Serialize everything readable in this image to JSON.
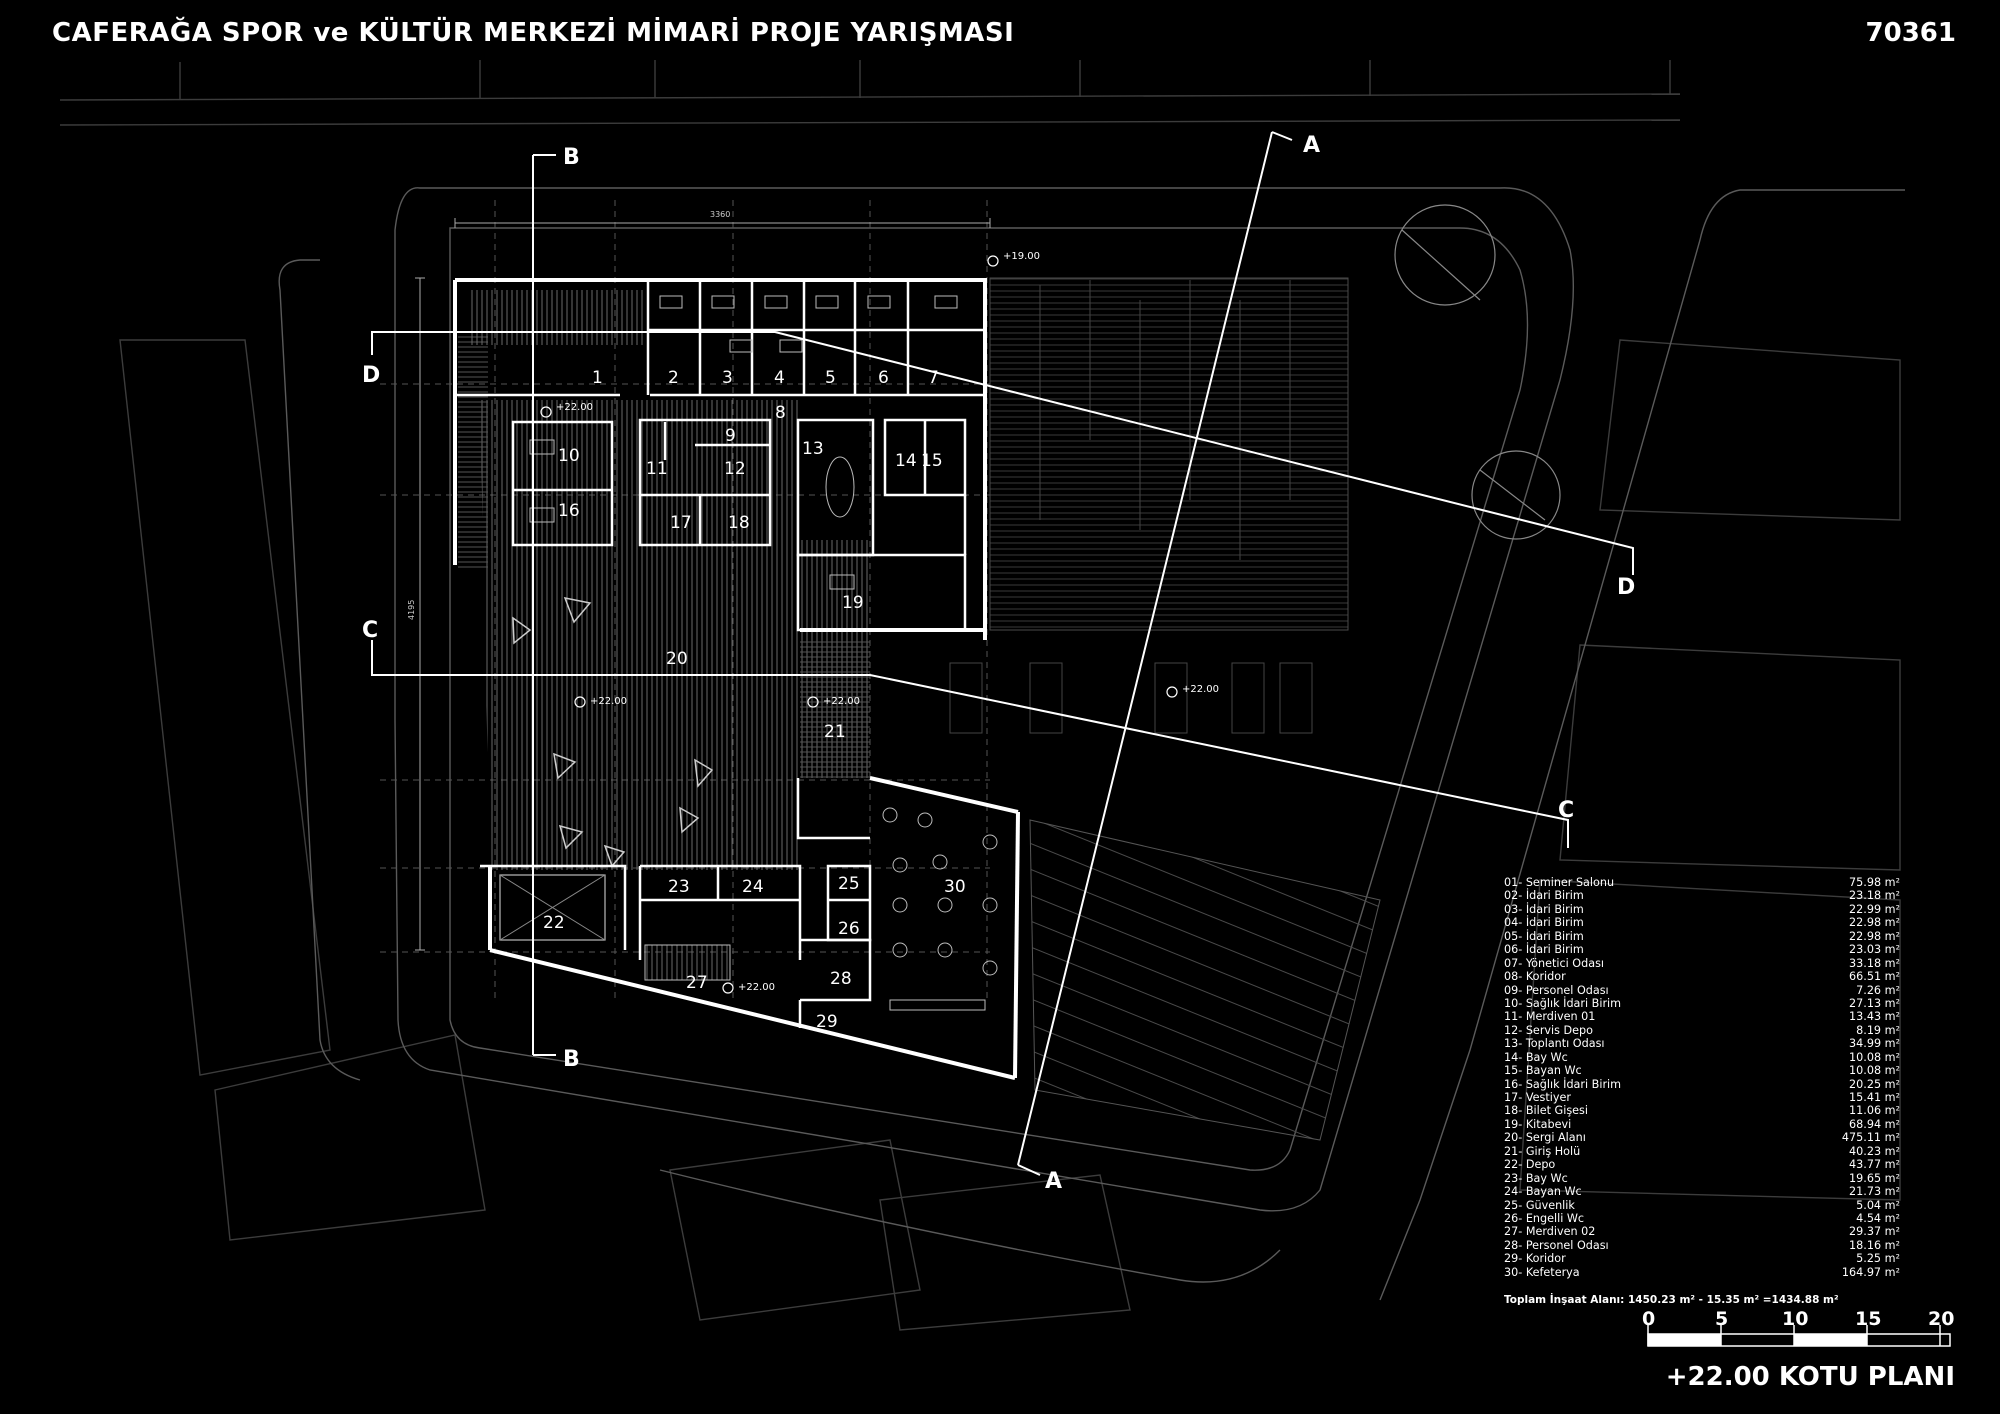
{
  "header": {
    "title": "CAFERAĞA SPOR ve KÜLTÜR MERKEZİ MİMARİ PROJE YARIŞMASI",
    "code": "70361"
  },
  "sections": {
    "A_top": "A",
    "A_bottom": "A",
    "B_top": "B",
    "B_bottom": "B",
    "C_left": "C",
    "C_right": "C",
    "D_left": "D",
    "D_right": "D"
  },
  "elevations": {
    "e1900": "+19.00",
    "e2200": "+22.00"
  },
  "dimensions": {
    "width": "3360",
    "height": "4195"
  },
  "rooms": [
    "1",
    "2",
    "3",
    "4",
    "5",
    "6",
    "7",
    "8",
    "9",
    "10",
    "11",
    "12",
    "13",
    "14",
    "15",
    "16",
    "17",
    "18",
    "19",
    "20",
    "21",
    "22",
    "23",
    "24",
    "25",
    "26",
    "27",
    "28",
    "29",
    "30"
  ],
  "legend": [
    {
      "name": "01- Seminer Salonu",
      "area": "75.98 m²"
    },
    {
      "name": "02- İdari Birim",
      "area": "23.18 m²"
    },
    {
      "name": "03- İdari Birim",
      "area": "22.99 m²"
    },
    {
      "name": "04- İdari Birim",
      "area": "22.98 m²"
    },
    {
      "name": "05- İdari Birim",
      "area": "22.98 m²"
    },
    {
      "name": "06- İdari Birim",
      "area": "23.03 m²"
    },
    {
      "name": "07- Yönetici Odası",
      "area": "33.18 m²"
    },
    {
      "name": "08- Koridor",
      "area": "66.51 m²"
    },
    {
      "name": "09- Personel Odası",
      "area": "7.26 m²"
    },
    {
      "name": "10-  Sağlık İdari Birim",
      "area": "27.13 m²"
    },
    {
      "name": "11-  Merdiven 01",
      "area": "13.43 m²"
    },
    {
      "name": "12-  Servis Depo",
      "area": "8.19 m²"
    },
    {
      "name": "13-  Toplantı Odası",
      "area": "34.99 m²"
    },
    {
      "name": "14-  Bay Wc",
      "area": "10.08 m²"
    },
    {
      "name": "15-  Bayan Wc",
      "area": "10.08 m²"
    },
    {
      "name": "16-  Sağlık İdari Birim",
      "area": "20.25 m²"
    },
    {
      "name": "17-  Vestiyer",
      "area": "15.41 m²"
    },
    {
      "name": "18-  Bilet Gişesi",
      "area": "11.06 m²"
    },
    {
      "name": "19-  Kitabevi",
      "area": "68.94 m²"
    },
    {
      "name": "20- Sergi Alanı",
      "area": "475.11 m²"
    },
    {
      "name": "21- Giriş Holü",
      "area": "40.23 m²"
    },
    {
      "name": "22- Depo",
      "area": "43.77 m²"
    },
    {
      "name": "23- Bay Wc",
      "area": "19.65 m²"
    },
    {
      "name": "24- Bayan Wc",
      "area": "21.73 m²"
    },
    {
      "name": "25- Güvenlik",
      "area": "5.04 m²"
    },
    {
      "name": "26- Engelli Wc",
      "area": "4.54 m²"
    },
    {
      "name": "27- Merdiven 02",
      "area": "29.37 m²"
    },
    {
      "name": "28- Personel Odası",
      "area": "18.16 m²"
    },
    {
      "name": "29- Koridor",
      "area": "5.25 m²"
    },
    {
      "name": "30- Kefeterya",
      "area": "164.97 m²"
    }
  ],
  "total": "Toplam İnşaat Alanı: 1450.23 m² - 15.35 m² =1434.88 m²",
  "scale": {
    "labels": [
      "0",
      "5",
      "10",
      "15",
      "20"
    ]
  },
  "plan_title": "+22.00 KOTU PLANI"
}
